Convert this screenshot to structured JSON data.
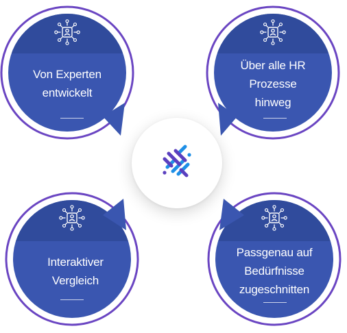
{
  "bubbles": [
    {
      "id": "top-left",
      "lines": [
        "Von Experten",
        "entwickelt"
      ],
      "icon": "user-network-icon"
    },
    {
      "id": "top-right",
      "lines": [
        "Über alle HR",
        "Prozesse",
        "hinweg"
      ],
      "icon": "user-network-icon"
    },
    {
      "id": "bottom-left",
      "lines": [
        "Interaktiver",
        "Vergleich"
      ],
      "icon": "user-network-icon"
    },
    {
      "id": "bottom-right",
      "lines": [
        "Passgenau auf",
        "Bedürfnisse",
        "zugeschnitten"
      ],
      "icon": "user-network-icon"
    }
  ],
  "center": {
    "icon": "brand-logo-icon"
  },
  "colors": {
    "bubble_fill": "#3a56b0",
    "bubble_band": "#304b9c",
    "bubble_ring": "#6a45c2",
    "logo_blue": "#1e8fe6",
    "logo_purple": "#5a3fbf"
  }
}
